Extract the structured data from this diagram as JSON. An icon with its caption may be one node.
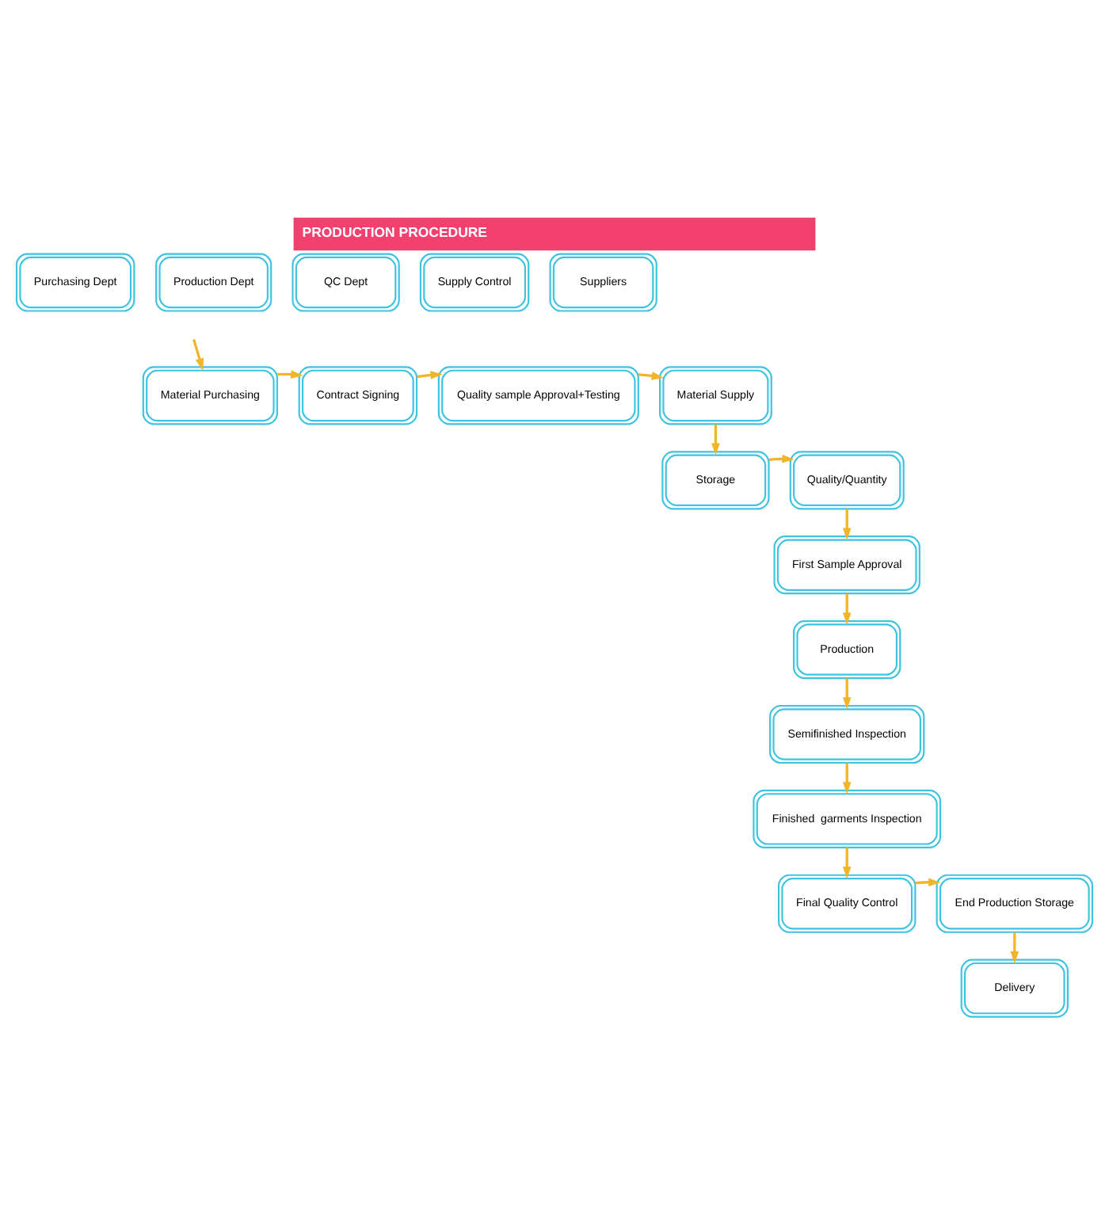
{
  "diagram": {
    "title": "PRODUCTION PROCEDURE",
    "nodes": [
      {
        "text": [
          "Purchasing Dept"
        ]
      },
      {
        "text": [
          "Production Dept"
        ]
      },
      {
        "text": [
          "QC Dept"
        ]
      },
      {
        "text": [
          "Supply Control"
        ]
      },
      {
        "text": [
          "Suppliers"
        ]
      },
      {
        "text": [
          "Material Purchasing"
        ]
      },
      {
        "text": [
          "Contract Signing"
        ]
      },
      {
        "text": [
          "Quality sample Approval+Testing"
        ]
      },
      {
        "text": [
          "Material Supply"
        ]
      },
      {
        "text": [
          "Storage"
        ]
      },
      {
        "text": [
          "Quality/Quantity"
        ]
      },
      {
        "text": [
          "First Sample Approval"
        ]
      },
      {
        "text": [
          "Production"
        ]
      },
      {
        "text": [
          "Semifinished Inspection"
        ]
      },
      {
        "text": [
          "Finished  garments Inspection"
        ]
      },
      {
        "text": [
          "Final Quality Control"
        ]
      },
      {
        "text": [
          "End Production Storage"
        ]
      },
      {
        "text": [
          "Delivery"
        ]
      }
    ],
    "edges": [
      {
        "from": null,
        "to": 5,
        "arrow": "to"
      },
      {
        "from": 5,
        "to": 6,
        "arrow": "to"
      },
      {
        "from": 6,
        "to": 7,
        "arrow": "to"
      },
      {
        "from": 7,
        "to": 8,
        "arrow": "to"
      },
      {
        "from": 8,
        "to": 9,
        "arrow": "to"
      },
      {
        "from": 9,
        "to": 10,
        "arrow": "to"
      },
      {
        "from": 10,
        "to": 11,
        "arrow": "to"
      },
      {
        "from": 11,
        "to": 12,
        "arrow": "to"
      },
      {
        "from": 12,
        "to": 13,
        "arrow": "to"
      },
      {
        "from": 13,
        "to": 14,
        "arrow": "to"
      },
      {
        "from": 14,
        "to": 15,
        "arrow": "to"
      },
      {
        "from": 15,
        "to": 16,
        "arrow": "to"
      },
      {
        "from": 16,
        "to": 17,
        "arrow": "to"
      }
    ]
  }
}
